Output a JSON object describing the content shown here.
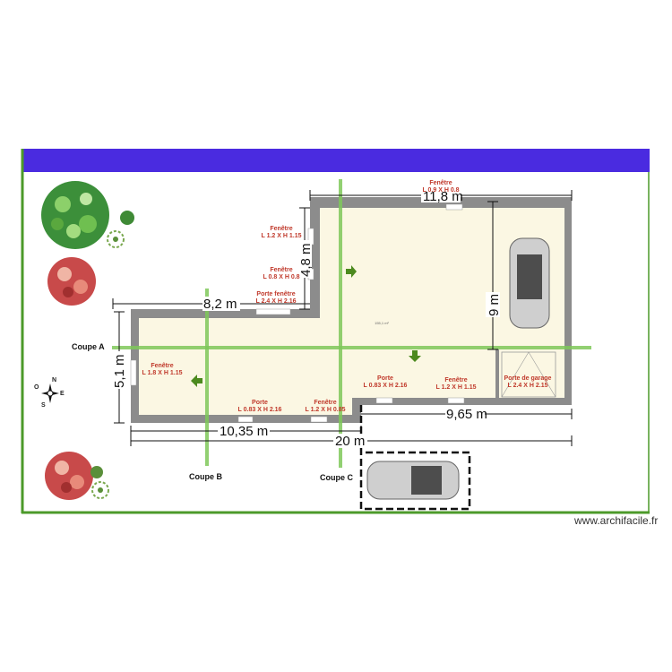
{
  "labels": {
    "fen1": [
      "Fenêtre",
      "L 0.9 X H 0.8"
    ],
    "fen2": [
      "Fenêtre",
      "L 1.2 X H 1.15"
    ],
    "fen3": [
      "Fenêtre",
      "L 0.8 X H 0.8"
    ],
    "porte_fenetre": [
      "Porte fenêtre",
      "L 2.4 X H 2.16"
    ],
    "fen4": [
      "Fenêtre",
      "L 1.8 X H 1.15"
    ],
    "porte1": [
      "Porte",
      "L 0.83 X H 2.16"
    ],
    "fen5": [
      "Fenêtre",
      "L 1.2 X H 0.85"
    ],
    "porte2": [
      "Porte",
      "L 0.83 X H 2.16"
    ],
    "fen6": [
      "Fenêtre",
      "L 1.2 X H 1.15"
    ],
    "garage": [
      "Porte de garage",
      "L 2.4 X H 2.15"
    ]
  },
  "dimensions": {
    "d_11_8": "11,8 m",
    "d_4_8": "4,8 m",
    "d_8_2": "8,2 m",
    "d_9": "9 m",
    "d_5_1": "5,1 m",
    "d_9_65": "9,65 m",
    "d_10_35": "10,35 m",
    "d_20": "20 m"
  },
  "coupes": {
    "a": "Coupe A",
    "b": "Coupe B",
    "c": "Coupe C"
  },
  "compass": {
    "n": "N",
    "s": "S",
    "e": "E",
    "o": "O"
  },
  "area_label": "155,1 m²",
  "watermark": "www.archifacile.fr",
  "colors": {
    "band": "#4a2be0",
    "wall": "#8c8c8c",
    "floor": "#fbf7e3",
    "boundary": "#4c9a2a",
    "section_line": "#7fc85a",
    "arrow": "#4c8a1e",
    "label": "#c0392b"
  }
}
